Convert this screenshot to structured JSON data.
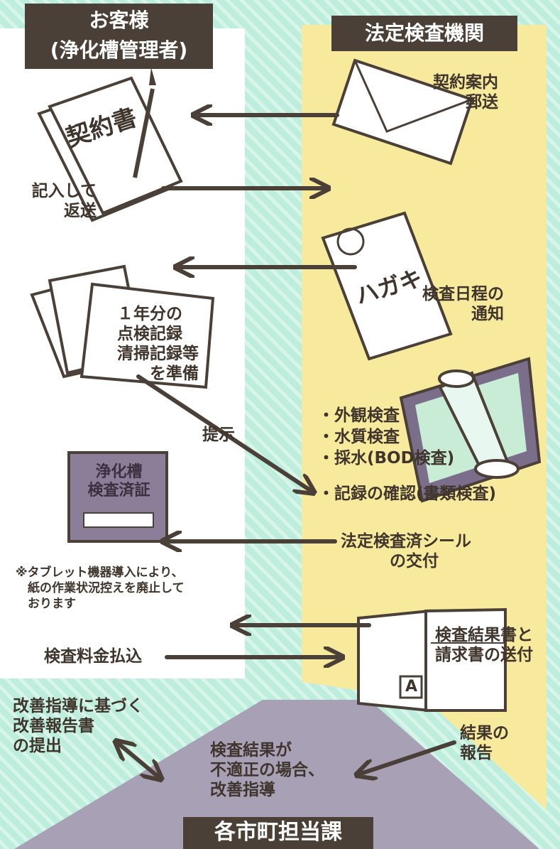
{
  "headers": {
    "customer": "お客様\n(浄化槽管理者)",
    "agency": "法定検査機関",
    "municipality": "各市町担当課"
  },
  "documents": {
    "contract_title": "契約書",
    "postcard_title": "ハガキ",
    "certificate_title": "浄化槽\n検査済証",
    "report_icon_letter": "A"
  },
  "steps": {
    "contract_mail": "契約案内\n郵送",
    "fill_return": "記入して\n返送",
    "schedule_notice": "検査日程の\n通知",
    "prepare_records": "１年分の\n点検記録\n清掃記録等\n　　を準備",
    "present": "提示",
    "inspection_items": "・外観検査\n・水質検査\n・採水(BOD検査)",
    "record_check": "・記録の確認(書類検査)",
    "seal_issue": "法定検査済シール\n　　　の交付",
    "tablet_note": "※タブレット機器導入により、\n　紙の作業状況控えを廃止して\n　おります",
    "results_sent": "検査結果書と\n請求書の送付",
    "fee_payment": "検査料金払込",
    "improvement_report": "改善指導に基づく\n改善報告書\nの提出",
    "result_report": "結果の\n報告",
    "improvement_guidance": "検査結果が\n不適正の場合、\n改善指導"
  },
  "colors": {
    "stripe_bg": "#bdeedd",
    "white_column": "#ffffff",
    "yellow_column": "#f8ea9c",
    "header_bg": "#4a4037",
    "arrow": "#4a4037",
    "municipality_fill": "#a8a0b5",
    "certificate_fill": "#8a7e99",
    "tablet_frame": "#7a6e8a",
    "tablet_screen": "#c8ecd6"
  }
}
